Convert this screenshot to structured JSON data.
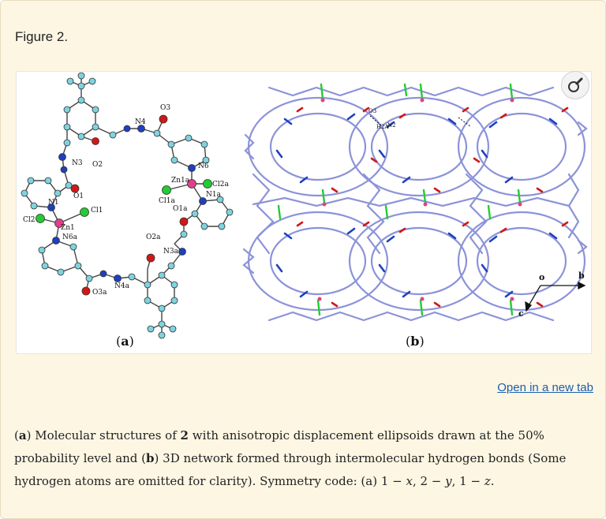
{
  "figure": {
    "title": "Figure 2.",
    "open_link": "Open in a new tab",
    "zoom_icon": "magnifier-icon",
    "panel_a_label": "a",
    "panel_b_label": "b",
    "atoms_a": {
      "n4": "N4",
      "o3": "O3",
      "n3": "N3",
      "o2": "O2",
      "n6": "N6",
      "zn1a": "Zn1a",
      "cl2a": "Cl2a",
      "o1": "O1",
      "n1": "N1",
      "cl1": "Cl1",
      "cl2": "Cl2",
      "zn1": "Zn1",
      "cl1a": "Cl1a",
      "n1a": "N1a",
      "o1a": "O1a",
      "n6a": "N6a",
      "o2a": "O2a",
      "n3a": "N3a",
      "n4a": "N4a",
      "o3a": "O3a"
    },
    "atoms_b": {
      "o3": "O3",
      "h2": "H2A",
      "n2": "N2",
      "axis_o": "o",
      "axis_b": "b",
      "axis_c": "c"
    },
    "caption": {
      "a_open": "(",
      "a_bold": "a",
      "part1": ") Molecular structures of ",
      "compound": "2",
      "part2": " with anisotropic displacement ellipsoids drawn at the 50% probability level and (",
      "b_bold": "b",
      "part3": ") 3D network formed through intermolecular hydrogen bonds (Some hydrogen atoms are omitted for clarity). Symmetry code: (a) 1 − ",
      "x": "x",
      "sep1": ", 2 − ",
      "y": "y",
      "sep2": ", 1 − ",
      "z": "z",
      "end": "."
    },
    "colors": {
      "background": "#fdf6e3",
      "link": "#1a5fb4",
      "carbon": "#7fd3e0",
      "nitrogen": "#1f3fbf",
      "oxygen": "#d01818",
      "chlorine": "#22cc33",
      "zinc": "#e0408a",
      "network_bond": "#8c93d8"
    }
  }
}
